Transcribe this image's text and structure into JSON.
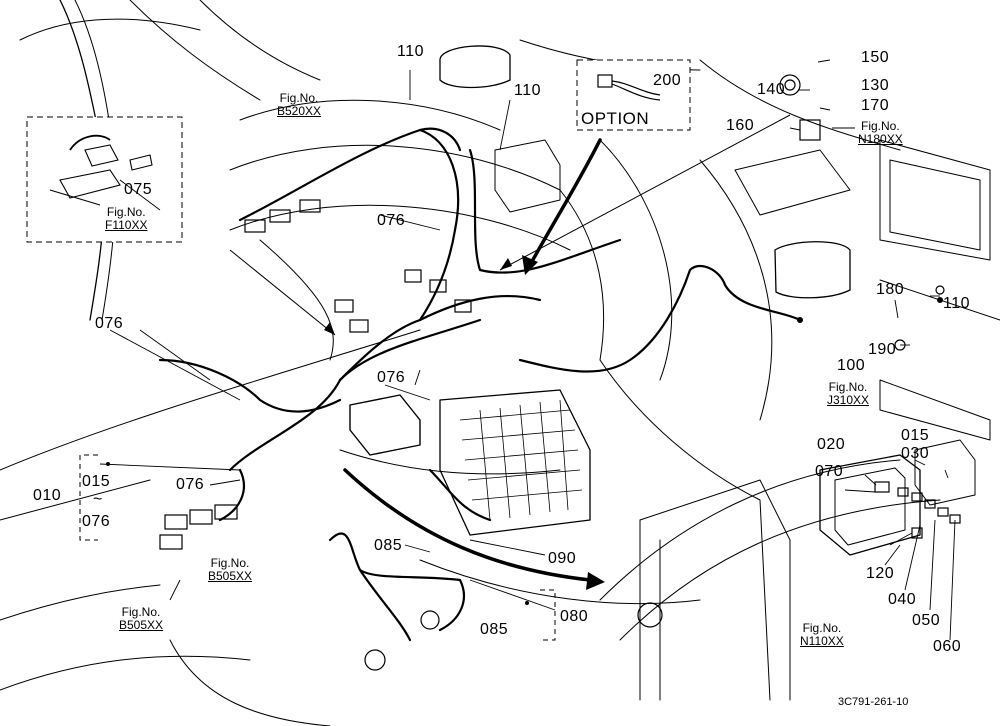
{
  "diagram": {
    "part_labels": {
      "p110a": "110",
      "p110b": "110",
      "p110c": "110",
      "p200": "200",
      "p150": "150",
      "p140": "140",
      "p130": "130",
      "p170": "170",
      "p160": "160",
      "p075": "075",
      "p076a": "076",
      "p076b": "076",
      "p076c": "076",
      "p076d": "076",
      "p180": "180",
      "p190": "190",
      "p100": "100",
      "p015a": "015",
      "p030": "030",
      "p020": "020",
      "p070": "070",
      "p010": "010",
      "p015b": "015",
      "p076e": "076",
      "tilde": "~",
      "p085a": "085",
      "p085b": "085",
      "p090": "090",
      "p080": "080",
      "p120": "120",
      "p040": "040",
      "p050": "050",
      "p060": "060"
    },
    "option_label": "OPTION",
    "figure_refs": {
      "b520": {
        "prefix": "Fig.No.",
        "number": "B520XX"
      },
      "n180": {
        "prefix": "Fig.No.",
        "number": "N180XX"
      },
      "f110": {
        "prefix": "Fig.No.",
        "number": "F110XX"
      },
      "j310": {
        "prefix": "Fig.No.",
        "number": "J310XX"
      },
      "b505a": {
        "prefix": "Fig.No.",
        "number": "B505XX"
      },
      "b505b": {
        "prefix": "Fig.No.",
        "number": "B505XX"
      },
      "n110": {
        "prefix": "Fig.No.",
        "number": "N110XX"
      }
    },
    "drawing_code": "3C791-261-10",
    "colors": {
      "line": "#000000",
      "background": "#ffffff"
    }
  }
}
